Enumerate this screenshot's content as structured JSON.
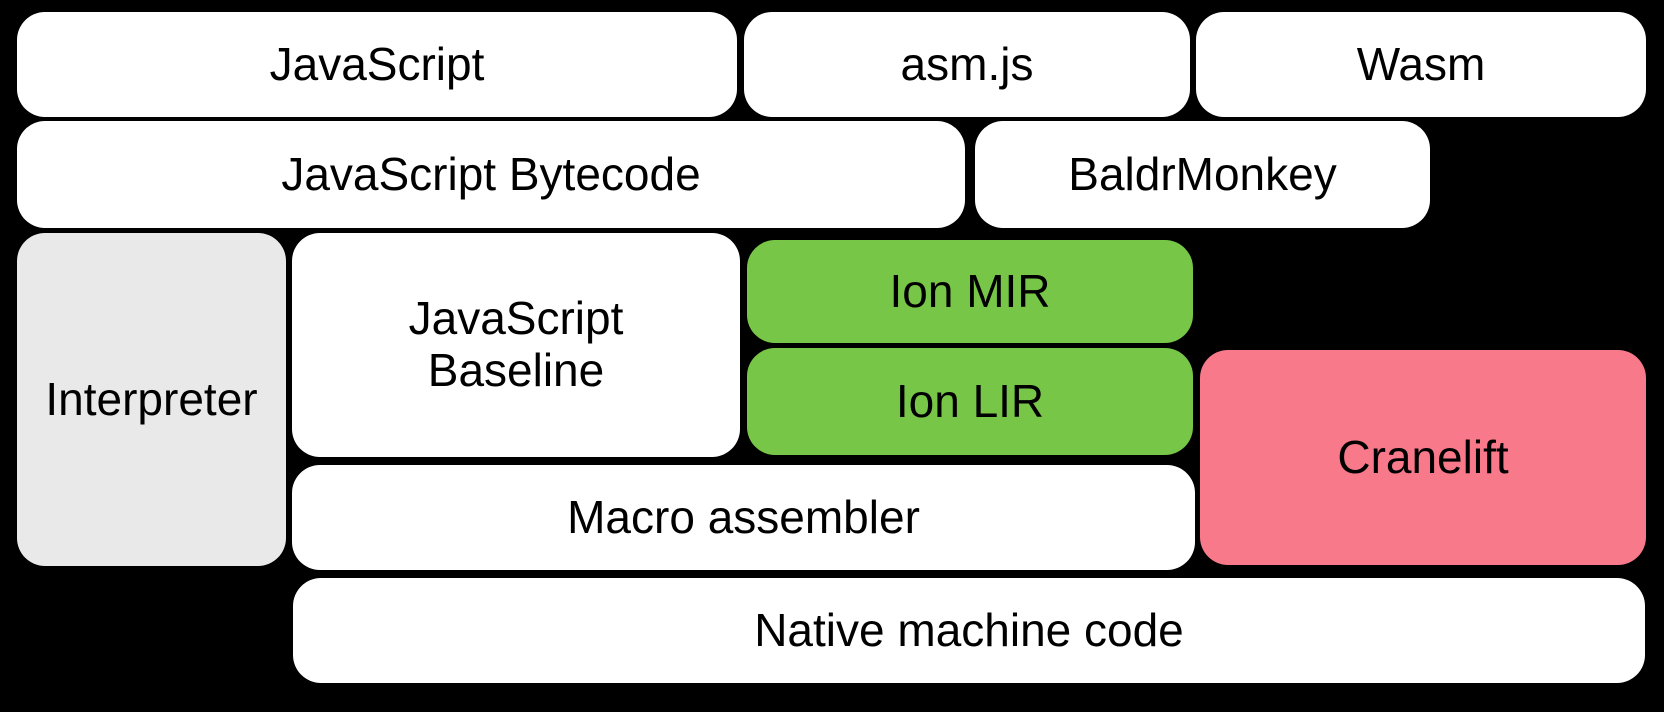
{
  "colors": {
    "background": "#000000",
    "box_white": "#ffffff",
    "box_gray": "#e9e9e9",
    "box_green": "#77c647",
    "box_pink": "#f7798a",
    "text": "#000000"
  },
  "blocks": {
    "javascript": {
      "label": "JavaScript"
    },
    "asmjs": {
      "label": "asm.js"
    },
    "wasm": {
      "label": "Wasm"
    },
    "bytecode": {
      "label": "JavaScript Bytecode"
    },
    "baldrmonkey": {
      "label": "BaldrMonkey"
    },
    "interpreter": {
      "label": "Interpreter"
    },
    "baseline": {
      "label": "JavaScript\nBaseline"
    },
    "ion_mir": {
      "label": "Ion MIR"
    },
    "ion_lir": {
      "label": "Ion LIR"
    },
    "cranelift": {
      "label": "Cranelift"
    },
    "macro_assembler": {
      "label": "Macro assembler"
    },
    "native": {
      "label": "Native machine code"
    }
  }
}
